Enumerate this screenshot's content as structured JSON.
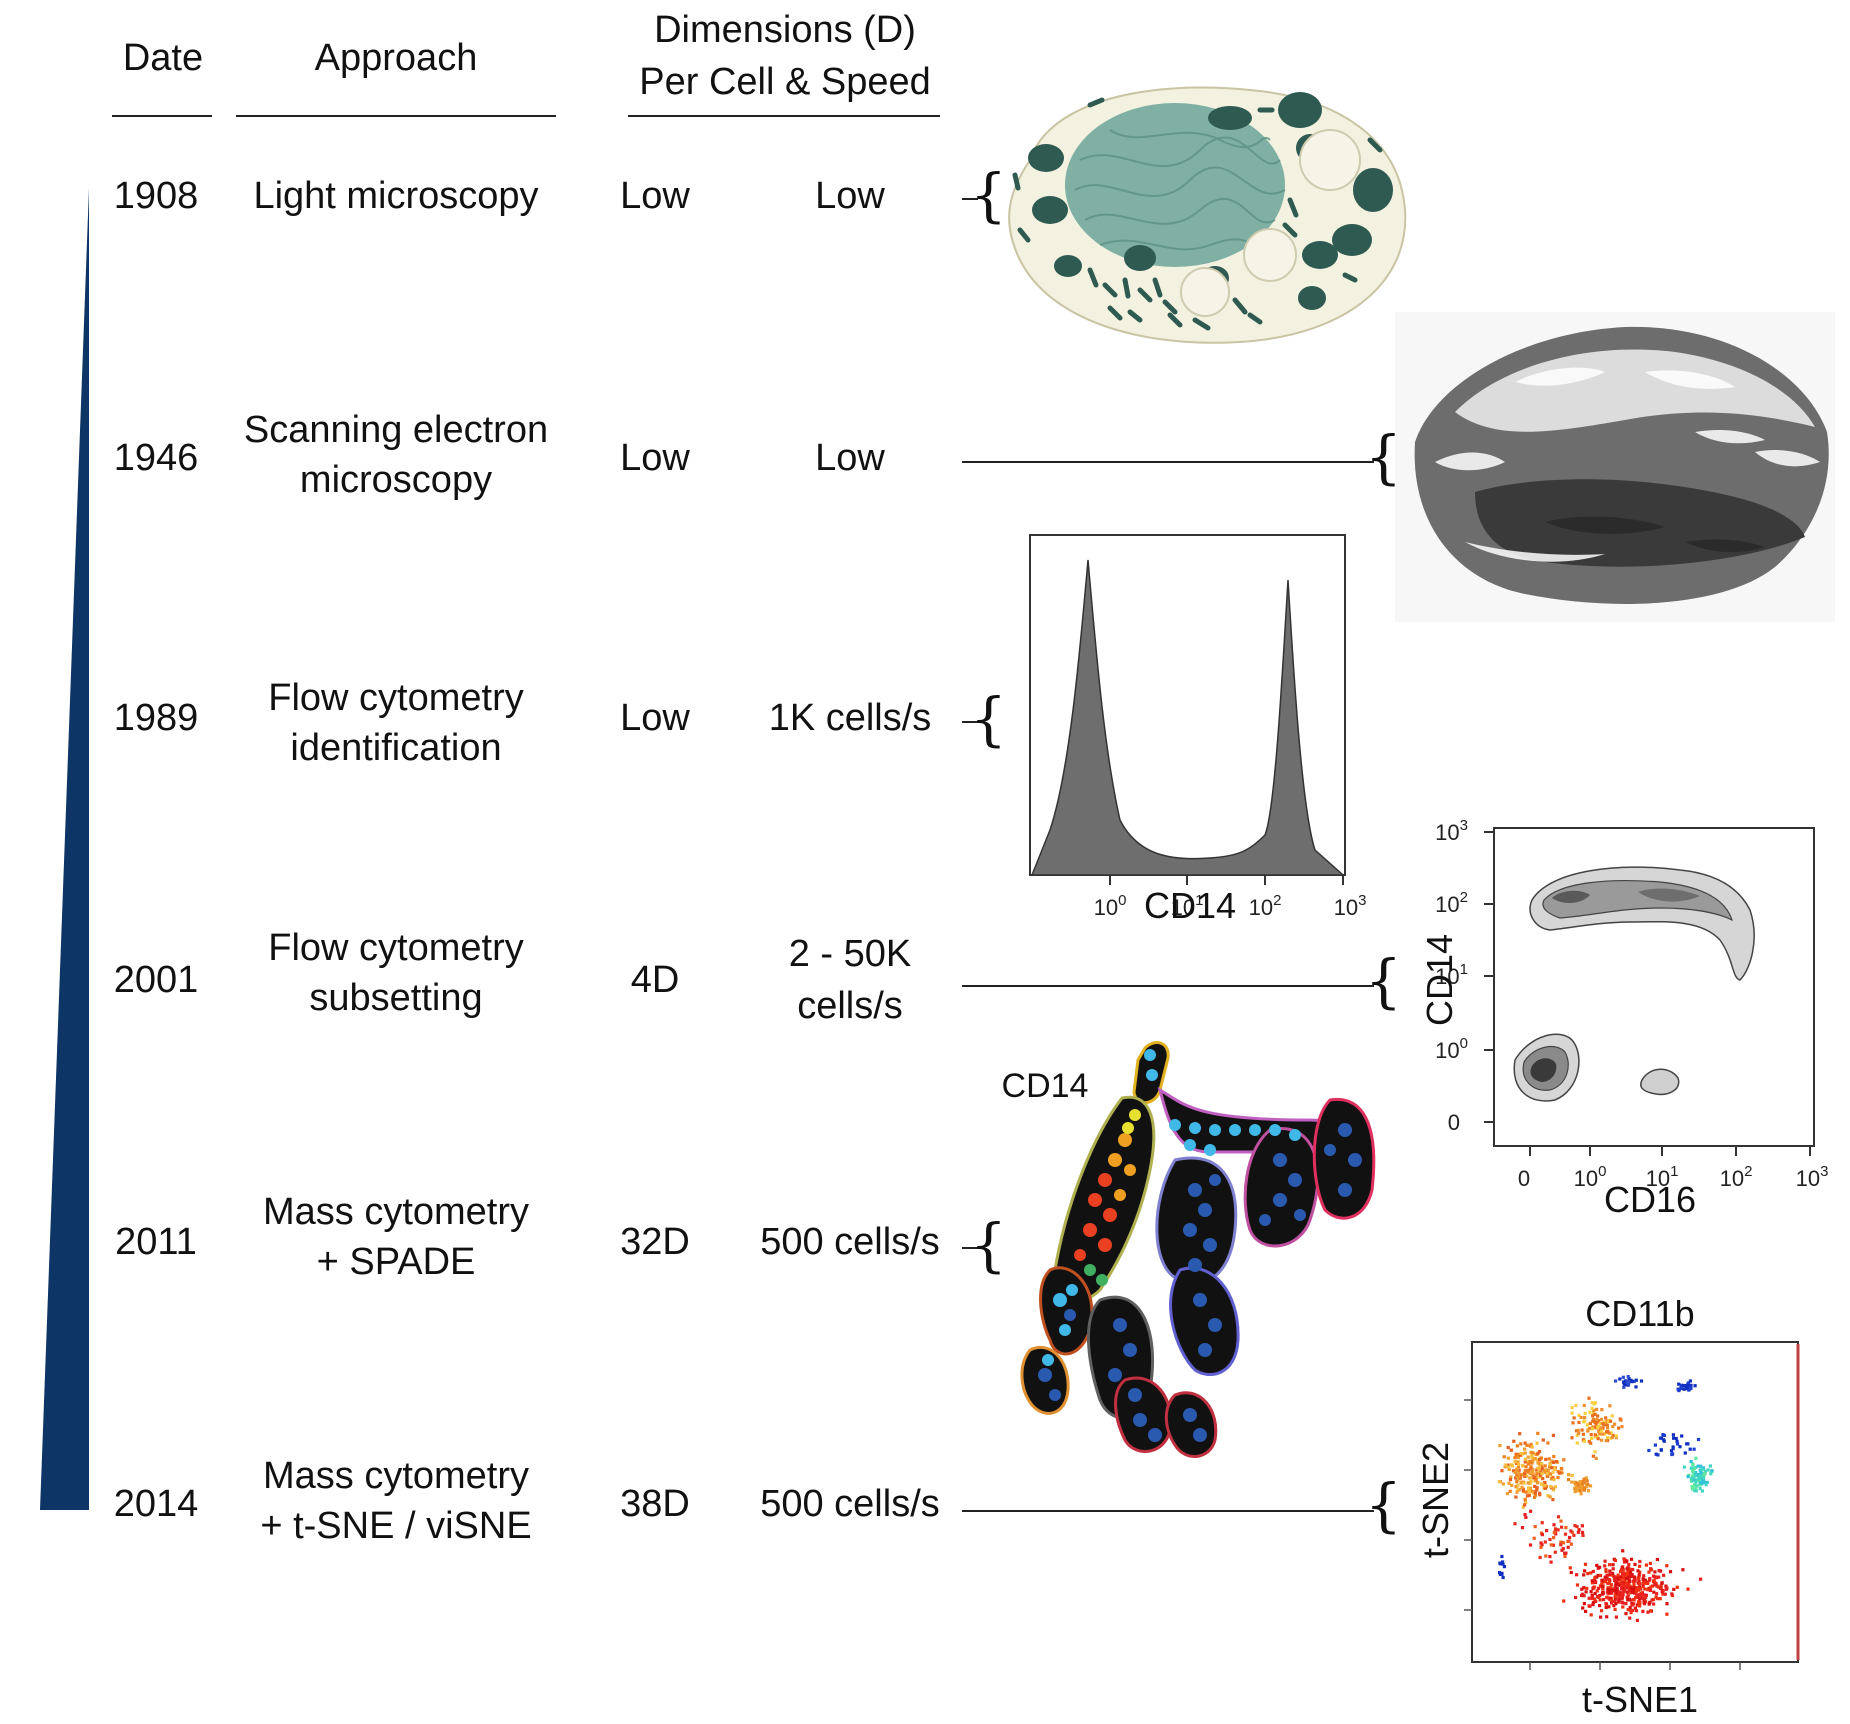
{
  "headers": {
    "date": "Date",
    "approach": "Approach",
    "dimensions_line1": "Dimensions (D)",
    "dimensions_line2": "Per Cell & Speed"
  },
  "rows": [
    {
      "date": "1908",
      "approach_line1": "Light microscopy",
      "approach_line2": "",
      "dimensions": "Low",
      "speed_line1": "Low",
      "speed_line2": ""
    },
    {
      "date": "1946",
      "approach_line1": "Scanning electron",
      "approach_line2": "microscopy",
      "dimensions": "Low",
      "speed_line1": "Low",
      "speed_line2": ""
    },
    {
      "date": "1989",
      "approach_line1": "Flow cytometry",
      "approach_line2": "identification",
      "dimensions": "Low",
      "speed_line1": "1K cells/s",
      "speed_line2": ""
    },
    {
      "date": "2001",
      "approach_line1": "Flow cytometry",
      "approach_line2": "subsetting",
      "dimensions": "4D",
      "speed_line1": "2 - 50K",
      "speed_line2": "cells/s"
    },
    {
      "date": "2011",
      "approach_line1": "Mass cytometry",
      "approach_line2": "+ SPADE",
      "dimensions": "32D",
      "speed_line1": "500 cells/s",
      "speed_line2": ""
    },
    {
      "date": "2014",
      "approach_line1": "Mass cytometry",
      "approach_line2": "+ t-SNE / viSNE",
      "dimensions": "38D",
      "speed_line1": "500 cells/s",
      "speed_line2": ""
    }
  ],
  "histogram": {
    "xlabel": "CD14",
    "ticks": [
      "10^0",
      "10^1",
      "10^2",
      "10^3"
    ]
  },
  "contour": {
    "xlabel": "CD16",
    "ylabel": "CD14",
    "xticks": [
      "0",
      "10^0",
      "10^1",
      "10^2",
      "10^3"
    ],
    "yticks": [
      "10^3",
      "10^2",
      "10^1",
      "10^0",
      "0"
    ]
  },
  "spade": {
    "label": "CD14"
  },
  "tsne": {
    "title": "CD11b",
    "xlabel": "t-SNE1",
    "ylabel": "t-SNE2"
  },
  "colors": {
    "timeline": "#0d3566",
    "cell_fill": "#f3f1df",
    "cell_organelle": "#2e5a52",
    "nucleus": "#7fb0a3"
  }
}
